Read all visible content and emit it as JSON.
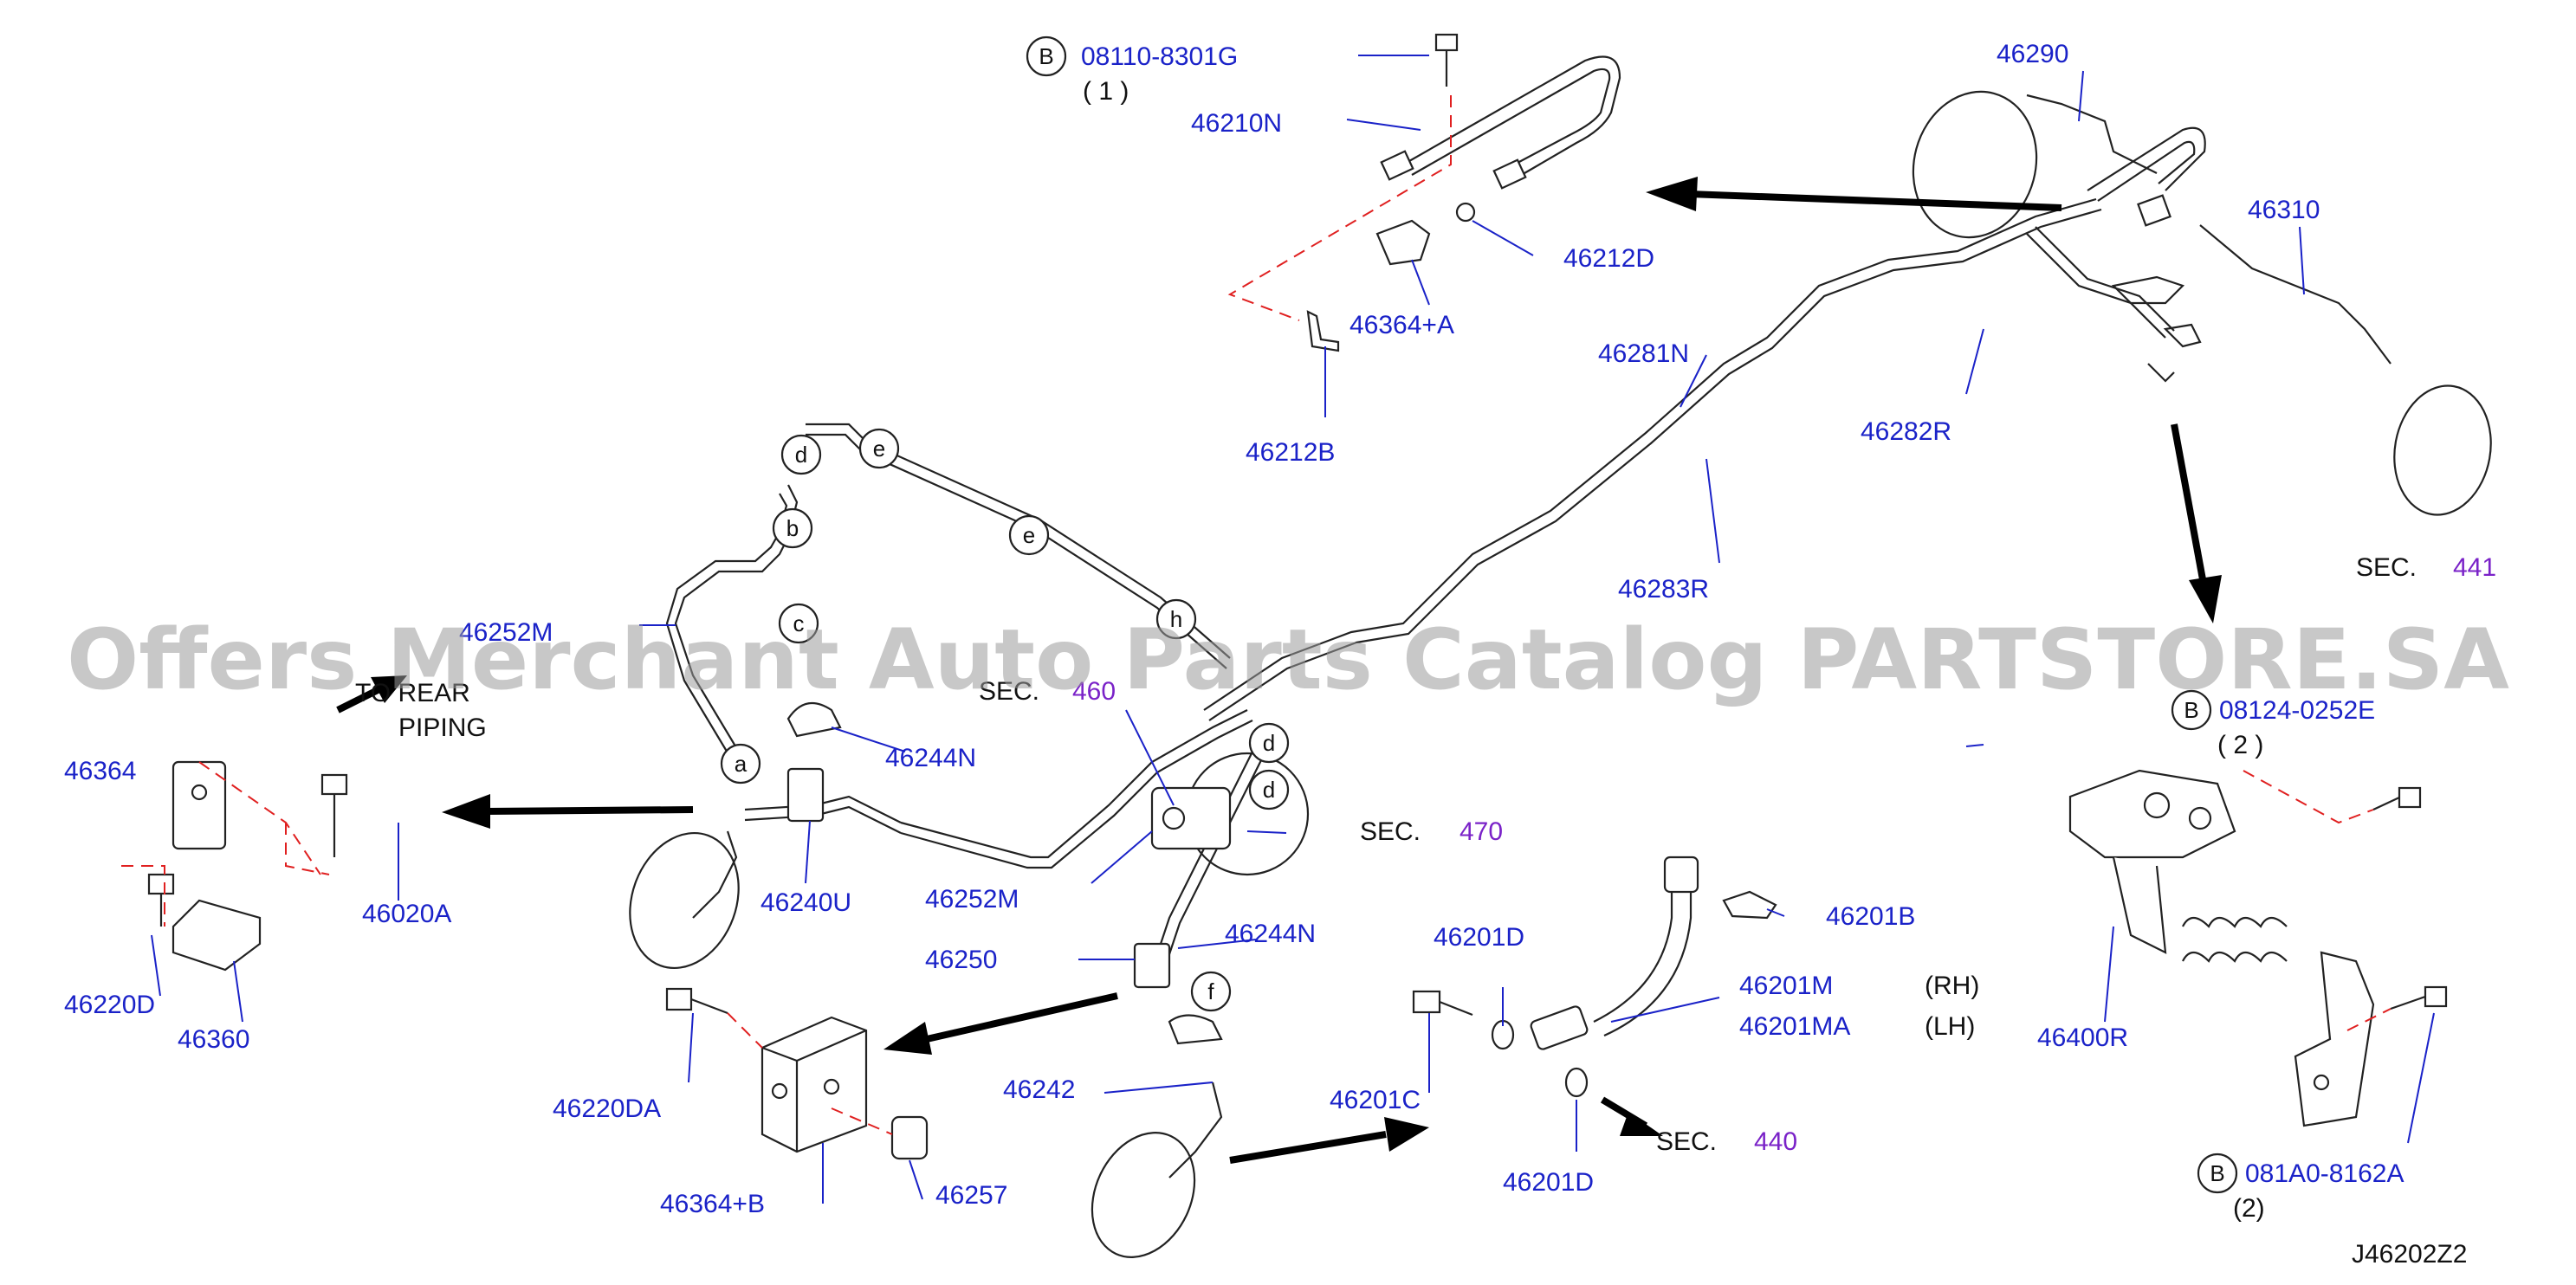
{
  "diagram": {
    "labels": {
      "p08110": "08110-8301G",
      "q1": "( 1 )",
      "p46210N": "46210N",
      "p46212D": "46212D",
      "p46364A": "46364+A",
      "p46212B": "46212B",
      "p46290": "46290",
      "p46310": "46310",
      "p46281N": "46281N",
      "p46282R": "46282R",
      "p46283R": "46283R",
      "p46252M_top": "46252M",
      "p46252M": "46252M",
      "p46364": "46364",
      "p46020A": "46020A",
      "p46220D": "46220D",
      "p46360": "46360",
      "p46244N_1": "46244N",
      "p46244N_2": "46244N",
      "p46240U": "46240U",
      "p46250": "46250",
      "p46242": "46242",
      "p46220DA": "46220DA",
      "p46364B": "46364+B",
      "p46257": "46257",
      "p46201B": "46201B",
      "p46201D_top": "46201D",
      "p46201M": "46201M",
      "p46201MA": "46201MA",
      "p46201C": "46201C",
      "p46201D_bot": "46201D",
      "p08124": "08124-0252E",
      "q2": "( 2 )",
      "p46400R": "46400R",
      "p081A0": "081A0-8162A",
      "q2b": "(2)"
    },
    "black_text": {
      "to_rear": "TO REAR",
      "piping": "PIPING",
      "rh": "(RH)",
      "lh": "(LH)",
      "diagram_code": "J46202Z2"
    },
    "sections": {
      "s460": {
        "prefix": "SEC.",
        "num": "460"
      },
      "s470": {
        "prefix": "SEC.",
        "num": "470"
      },
      "s441": {
        "prefix": "SEC.",
        "num": "441"
      },
      "s440": {
        "prefix": "SEC.",
        "num": "440"
      }
    },
    "circle_letters": {
      "B": "B",
      "a": "a",
      "b": "b",
      "c": "c",
      "d": "d",
      "e": "e",
      "f": "f",
      "h": "h"
    },
    "watermark": "Offers Merchant Auto Parts Catalog PARTSTORE.SA",
    "colors": {
      "part_number": "#1a22c8",
      "section_number": "#7a22c8",
      "phantom_line": "#e02020",
      "line": "#222222"
    }
  }
}
